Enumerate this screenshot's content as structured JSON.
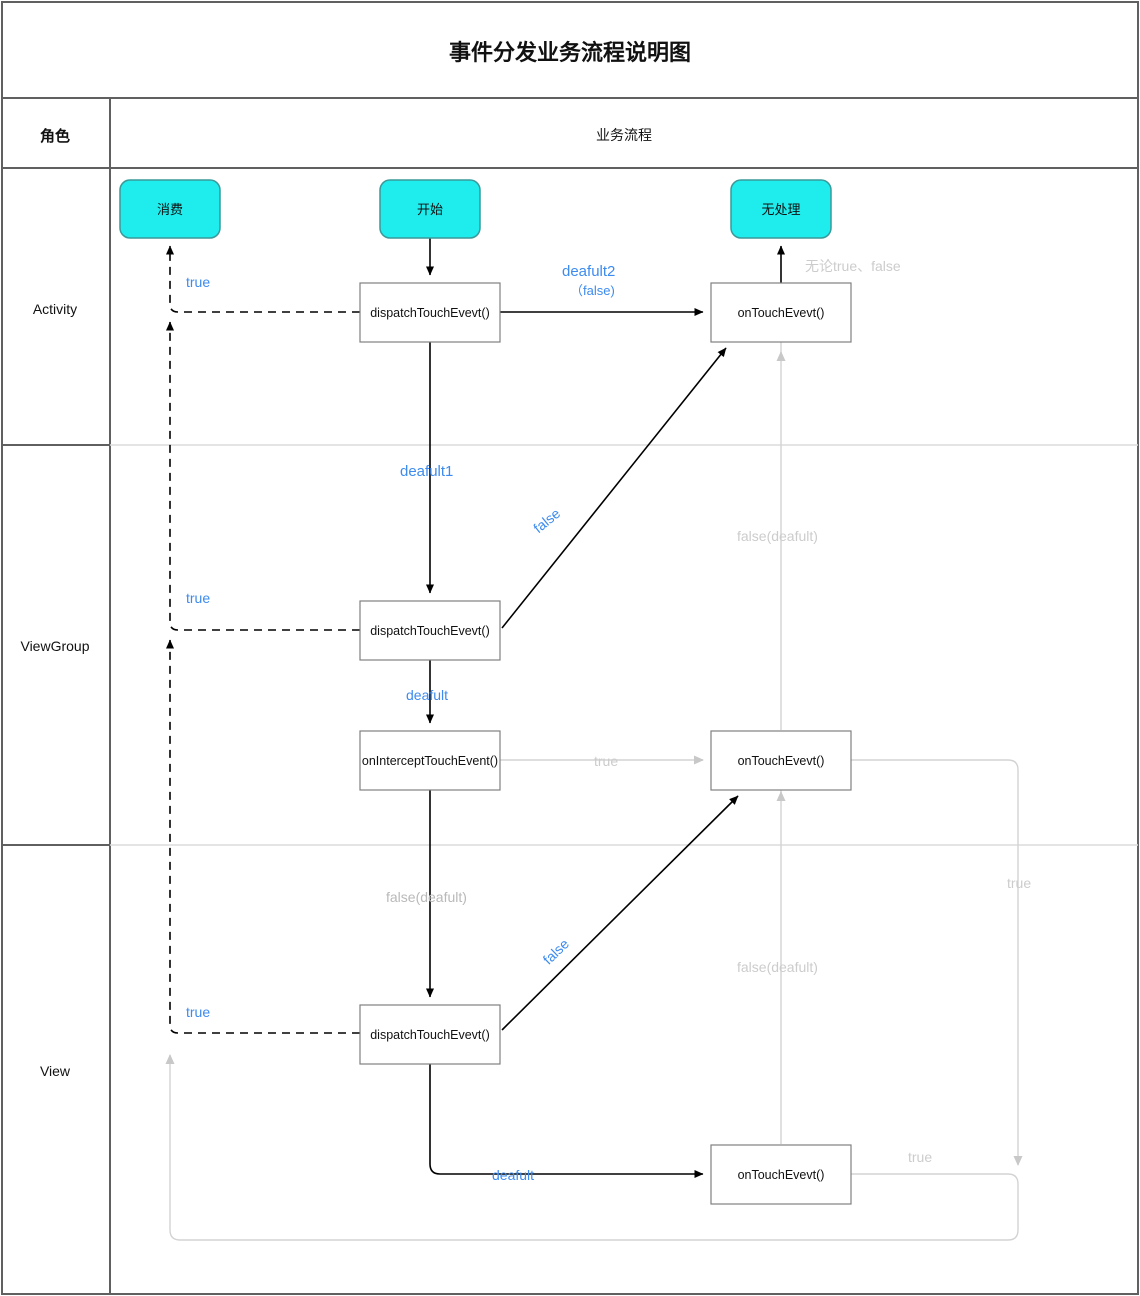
{
  "title": "事件分发业务流程说明图",
  "columns": {
    "role": "角色",
    "flow": "业务流程"
  },
  "colors": {
    "terminal_fill": "#1fecec",
    "terminal_stroke": "#3a9a9a",
    "blue_label": "#3d8bf0",
    "gray_label": "#cfcfcf",
    "gray_line": "#d0d0d0",
    "box_stroke": "#808080",
    "black_line": "#000000",
    "table_border": "#606060"
  },
  "lanes": [
    {
      "name": "Activity"
    },
    {
      "name": "ViewGroup"
    },
    {
      "name": "View"
    }
  ],
  "nodes": [
    {
      "id": "consume",
      "label": "消费",
      "type": "terminal",
      "lane": "Activity"
    },
    {
      "id": "start",
      "label": "开始",
      "type": "terminal",
      "lane": "Activity"
    },
    {
      "id": "nohandle",
      "label": "无处理",
      "type": "terminal",
      "lane": "Activity"
    },
    {
      "id": "a-dispatch",
      "label": "dispatchTouchEvevt()",
      "type": "process",
      "lane": "Activity"
    },
    {
      "id": "a-ontouch",
      "label": "onTouchEvevt()",
      "type": "process",
      "lane": "Activity"
    },
    {
      "id": "vg-dispatch",
      "label": "dispatchTouchEvevt()",
      "type": "process",
      "lane": "ViewGroup"
    },
    {
      "id": "vg-intercept",
      "label": "onInterceptTouchEvent()",
      "type": "process",
      "lane": "ViewGroup"
    },
    {
      "id": "vg-ontouch",
      "label": "onTouchEvevt()",
      "type": "process",
      "lane": "ViewGroup"
    },
    {
      "id": "v-dispatch",
      "label": "dispatchTouchEvevt()",
      "type": "process",
      "lane": "View"
    },
    {
      "id": "v-ontouch",
      "label": "onTouchEvevt()",
      "type": "process",
      "lane": "View"
    }
  ],
  "edge_labels": {
    "a_true": "true",
    "a_default2": "deafult2",
    "a_default2_sub": "（false)",
    "a_regardless": "无论true、false",
    "vg_default1": "deafult1",
    "vg_false": "false",
    "vg_true": "true",
    "vg_deafult": "deafult",
    "vg_intercept_true": "true",
    "vg_false_deafult": "false(deafult)",
    "v_false_deafult_top": "false(deafult)",
    "v_false": "false",
    "v_true": "true",
    "v_deafult": "deafult",
    "v_false_deafult_mid": "false(deafult)",
    "right_true": "true",
    "bottom_true": "true"
  }
}
